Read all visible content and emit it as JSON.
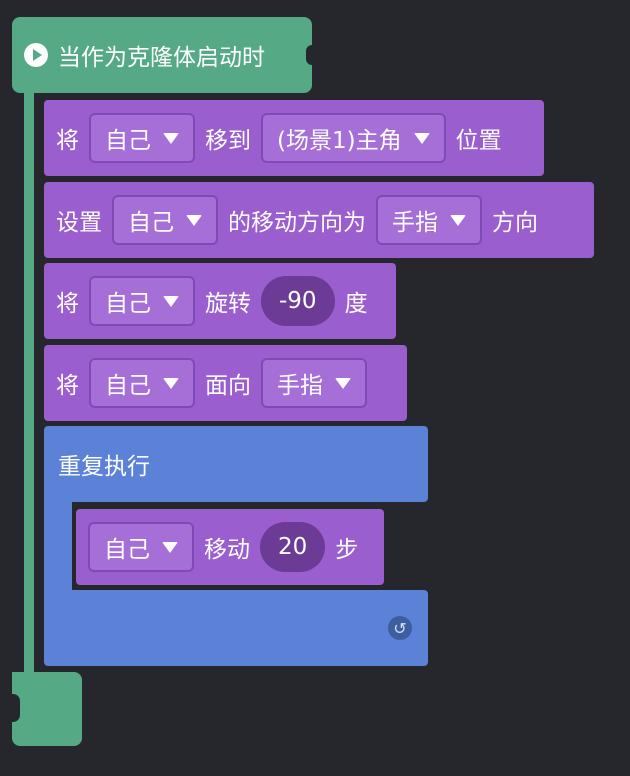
{
  "colors": {
    "background": "#26272c",
    "event": "#55aa85",
    "motion": "#9b5ecf",
    "control": "#5b82d6"
  },
  "hat": {
    "icon": "play-icon",
    "label": "当作为克隆体启动时"
  },
  "blocks": [
    {
      "prefix": "将",
      "target": "自己",
      "verb": "移到",
      "destination": "(场景1)主角",
      "suffix": "位置"
    },
    {
      "prefix": "设置",
      "target": "自己",
      "verb": "的移动方向为",
      "direction": "手指",
      "suffix": "方向"
    },
    {
      "prefix": "将",
      "target": "自己",
      "verb": "旋转",
      "value": "-90",
      "suffix": "度"
    },
    {
      "prefix": "将",
      "target": "自己",
      "verb": "面向",
      "face": "手指"
    }
  ],
  "repeat": {
    "label": "重复执行",
    "inner": {
      "target": "自己",
      "verb": "移动",
      "value": "20",
      "suffix": "步"
    },
    "loop_icon": "loop-arrow-icon"
  }
}
